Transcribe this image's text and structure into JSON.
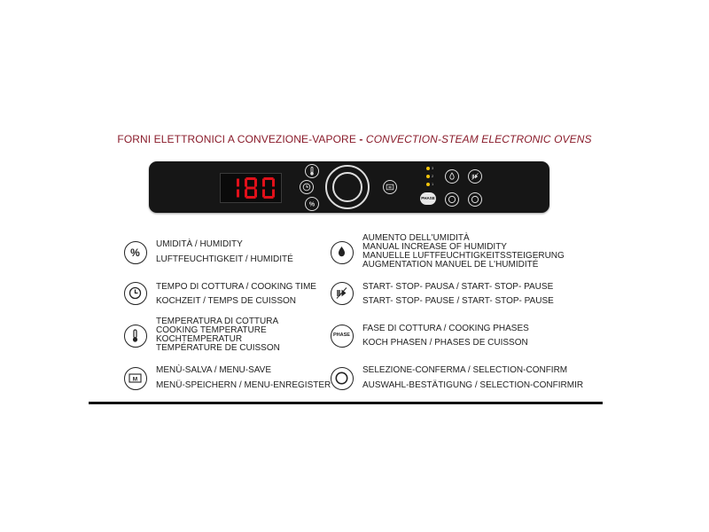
{
  "title": {
    "italian": "FORNI ELETTRONICI A CONVEZIONE-VAPORE",
    "separator": "-",
    "english": "CONVECTION-STEAM ELECTRONIC OVENS"
  },
  "panel": {
    "display_value": "180",
    "display_color": "#e0101a",
    "phase_button_label": "PHASE",
    "phase_leds": [
      "3",
      "2",
      "1"
    ],
    "led_color": "#f2c40c",
    "buttons": [
      {
        "icon": "thermometer-icon"
      },
      {
        "icon": "clock-icon"
      },
      {
        "icon": "humidity-icon"
      },
      {
        "icon": "menu-save-icon"
      },
      {
        "icon": "manual-humidity-icon"
      },
      {
        "icon": "start-stop-icon"
      }
    ]
  },
  "legend": {
    "humidity": {
      "line1": "UMIDITÀ / HUMIDITY",
      "line2": "LUFTFEUCHTIGKEIT / HUMIDITÉ"
    },
    "cooking_time": {
      "line1": "TEMPO DI COTTURA / COOKING TIME",
      "line2": "KOCHZEIT / TEMPS DE CUISSON"
    },
    "cooking_temperature": {
      "line1": "TEMPERATURA DI COTTURA",
      "line2": "COOKING TEMPERATURE",
      "line3": "KOCHTEMPERATUR",
      "line4": "TEMPÉRATURE DE CUISSON"
    },
    "menu_save": {
      "line1": "MENÙ-SALVA / MENU-SAVE",
      "line2": "MENÜ-SPEICHERN / MENU-ENREGISTER"
    },
    "manual_humidity": {
      "line1": "AUMENTO DELL'UMIDITÀ",
      "line2": "MANUAL INCREASE OF HUMIDITY",
      "line3": "MANUELLE LUFTFEUCHTIGKEITSSTEIGERUNG",
      "line4": "AUGMENTATION MANUEL DE L'HUMIDITÉ"
    },
    "start_stop": {
      "line1": "START- STOP- PAUSA / START- STOP- PAUSE",
      "line2": "START- STOP- PAUSE / START- STOP- PAUSE"
    },
    "cooking_phases": {
      "icon_label": "PHASE",
      "line1": "FASE DI COTTURA / COOKING PHASES",
      "line2": "KOCH PHASEN / PHASES DE CUISSON"
    },
    "selection_confirm": {
      "line1": "SELEZIONE-CONFERMA / SELECTION-CONFIRM",
      "line2": "AUSWAHL-BESTÄTIGUNG / SELECTION-CONFIRMIR"
    }
  }
}
